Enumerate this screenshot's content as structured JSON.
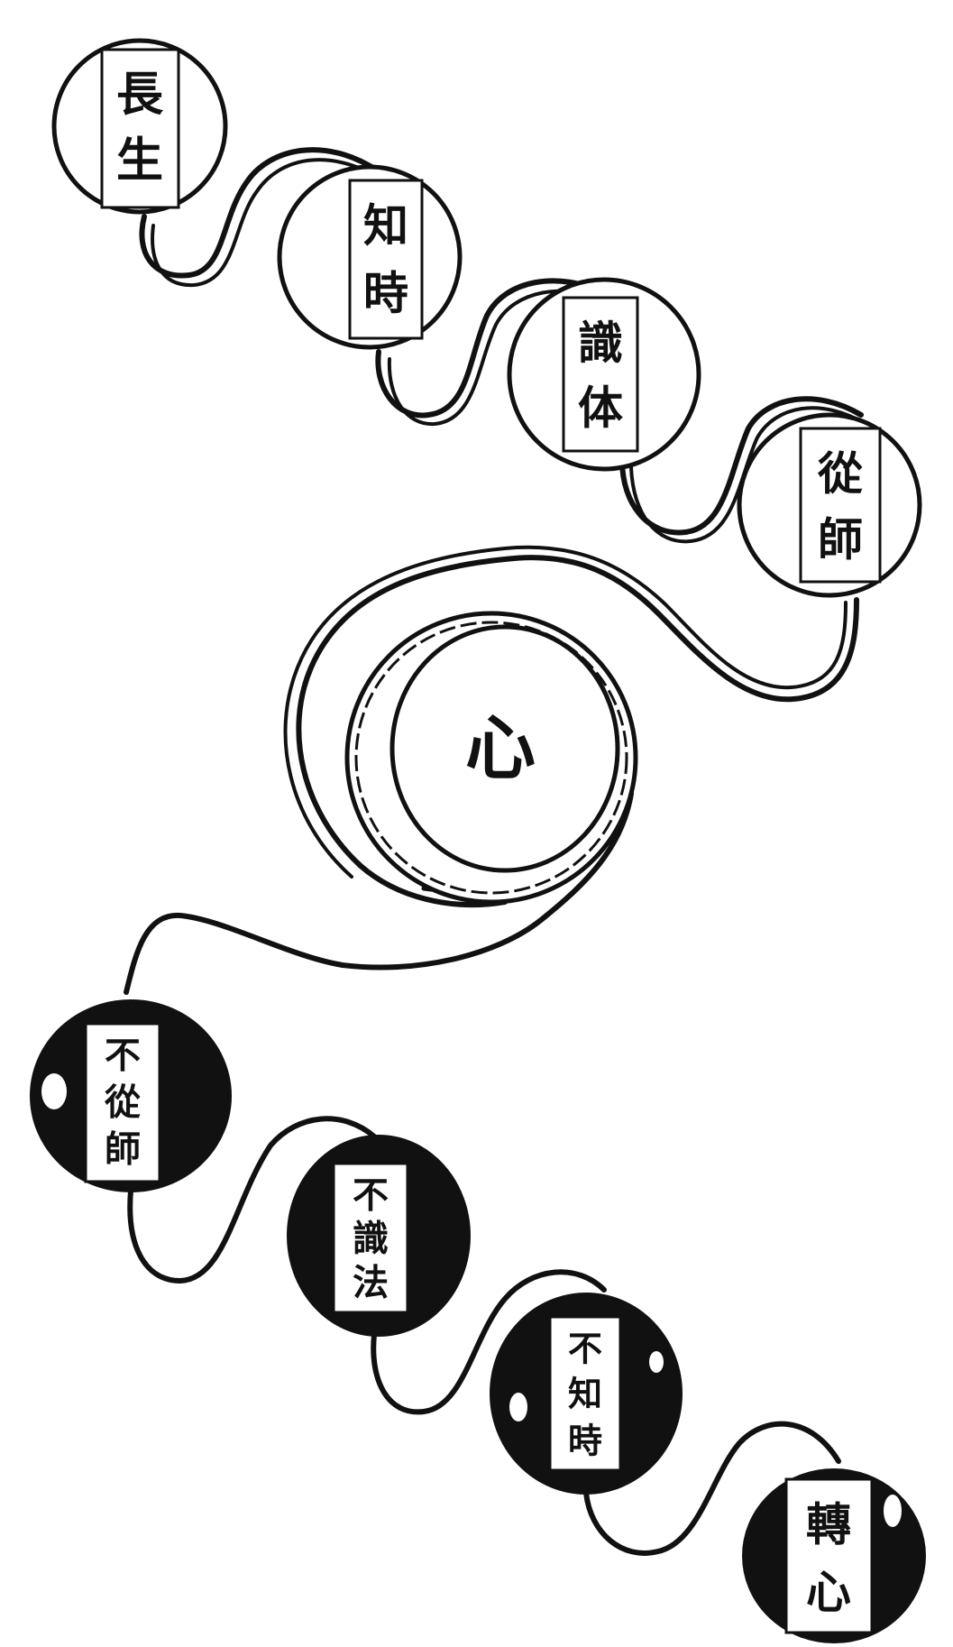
{
  "center": {
    "label": "心"
  },
  "upper_chain": [
    {
      "chars": [
        "長",
        "生"
      ]
    },
    {
      "chars": [
        "知",
        "時"
      ]
    },
    {
      "chars": [
        "識",
        "体"
      ]
    },
    {
      "chars": [
        "從",
        "師"
      ]
    }
  ],
  "lower_chain": [
    {
      "chars": [
        "不",
        "從",
        "師"
      ]
    },
    {
      "chars": [
        "不",
        "識",
        "法"
      ]
    },
    {
      "chars": [
        "不",
        "知",
        "時"
      ]
    },
    {
      "chars": [
        "轉",
        "心"
      ]
    }
  ],
  "colors": {
    "ink": "#111111",
    "paper": "#ffffff"
  }
}
